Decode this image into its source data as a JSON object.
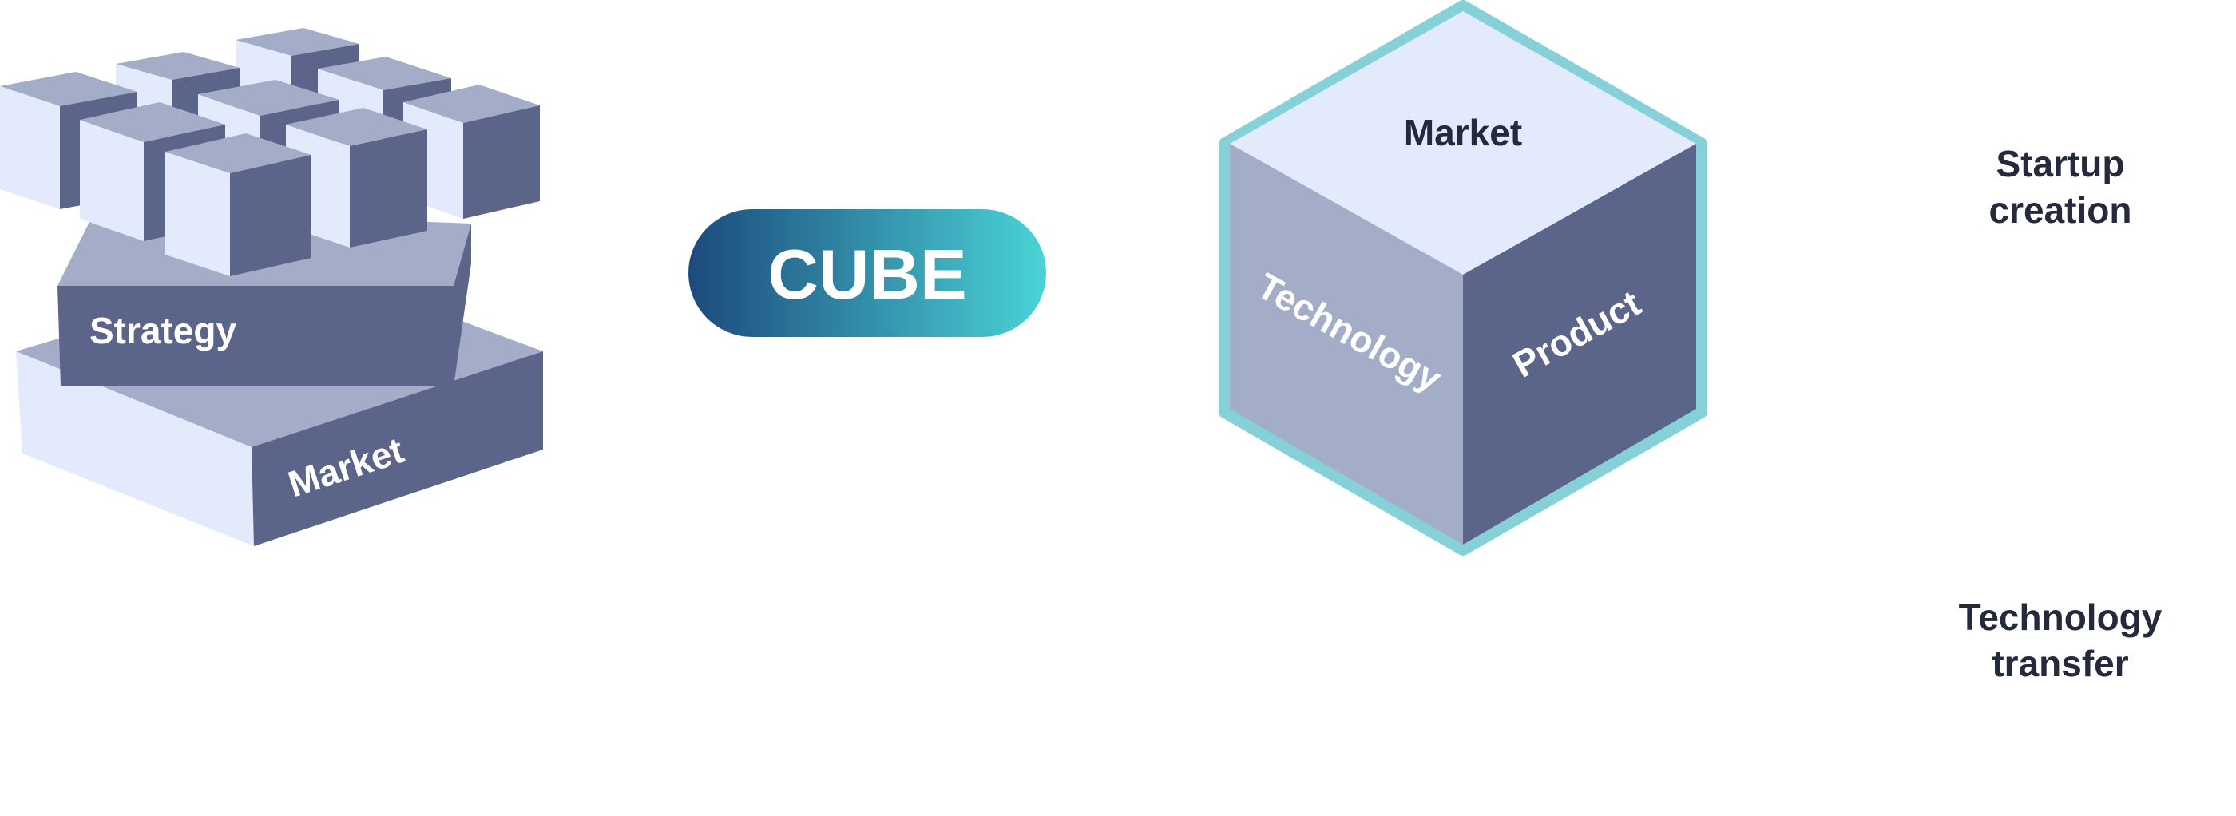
{
  "stack_diagram": {
    "strategy_label": "Strategy",
    "market_label": "Market"
  },
  "badge": {
    "label": "CUBE",
    "gradient_start": "#1c4a7c",
    "gradient_end": "#4ad3d6"
  },
  "cube": {
    "top_label": "Market",
    "left_label": "Technology",
    "right_label": "Product",
    "outline_color": "#86d1d8"
  },
  "outcomes": {
    "startup": {
      "line1": "Startup",
      "line2": "creation"
    },
    "transfer": {
      "line1": "Technology",
      "line2": "transfer"
    }
  },
  "palette": {
    "face_light": "#e2eafc",
    "face_mid": "#a3adc8",
    "face_dark": "#5b6489",
    "text_dark": "#222a3c"
  }
}
